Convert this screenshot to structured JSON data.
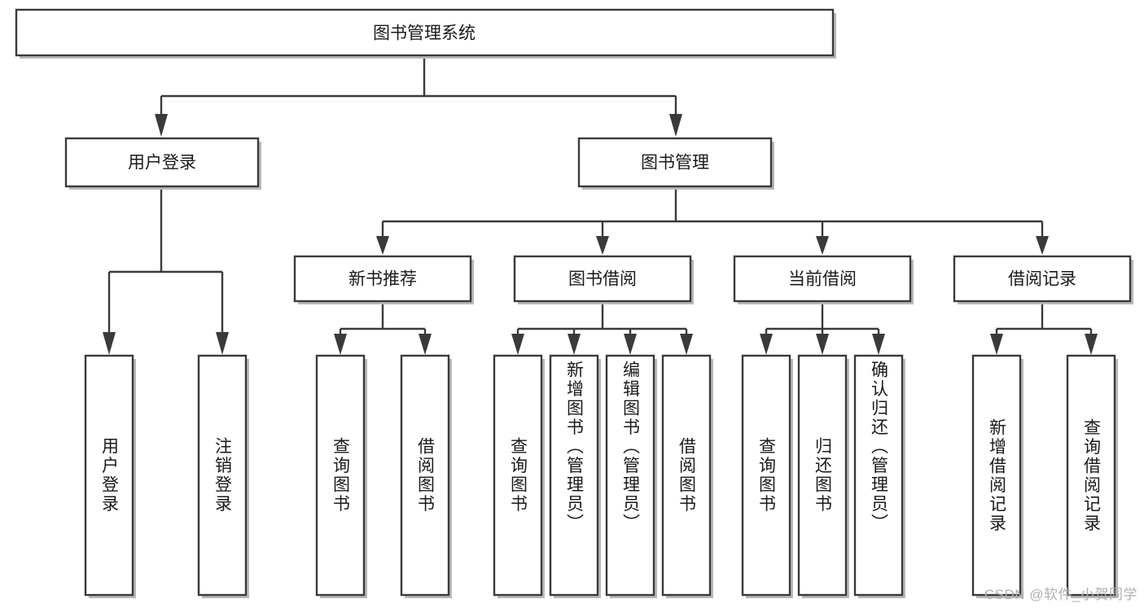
{
  "diagram": {
    "type": "tree-hierarchy",
    "title_node": {
      "label": "图书管理系统"
    },
    "level2": [
      {
        "id": "user-login",
        "label": "用户登录"
      },
      {
        "id": "book-management",
        "label": "图书管理"
      }
    ],
    "level3": [
      {
        "id": "new-book-recommend",
        "label": "新书推荐",
        "parent": "book-management"
      },
      {
        "id": "book-borrow",
        "label": "图书借阅",
        "parent": "book-management"
      },
      {
        "id": "current-borrow",
        "label": "当前借阅",
        "parent": "book-management"
      },
      {
        "id": "borrow-record",
        "label": "借阅记录",
        "parent": "book-management"
      }
    ],
    "leaves": {
      "user-login": [
        {
          "id": "leaf-user-login",
          "label": "用户登录"
        },
        {
          "id": "leaf-logout-login",
          "label": "注销登录"
        }
      ],
      "new-book-recommend": [
        {
          "id": "leaf-query-book-1",
          "label": "查询图书"
        },
        {
          "id": "leaf-borrow-book-1",
          "label": "借阅图书"
        }
      ],
      "book-borrow": [
        {
          "id": "leaf-query-book-2",
          "label": "查询图书"
        },
        {
          "id": "leaf-add-book",
          "label": "新增图书（管理员）"
        },
        {
          "id": "leaf-edit-book",
          "label": "编辑图书（管理员）"
        },
        {
          "id": "leaf-borrow-book-2",
          "label": "借阅图书"
        }
      ],
      "current-borrow": [
        {
          "id": "leaf-query-book-3",
          "label": "查询图书"
        },
        {
          "id": "leaf-return-book",
          "label": "归还图书"
        },
        {
          "id": "leaf-confirm-return",
          "label": "确认归还（管理员）"
        }
      ],
      "borrow-record": [
        {
          "id": "leaf-add-record",
          "label": "新增借阅记录"
        },
        {
          "id": "leaf-query-record",
          "label": "查询借阅记录"
        }
      ]
    },
    "colors": {
      "stroke": "#3a3a3a",
      "fill": "#ffffff",
      "text": "#1a1a1a",
      "background": "#ffffff",
      "watermark": "#b0b0b0"
    }
  },
  "watermark": {
    "text": "CSDN @软件_小贺同学"
  }
}
